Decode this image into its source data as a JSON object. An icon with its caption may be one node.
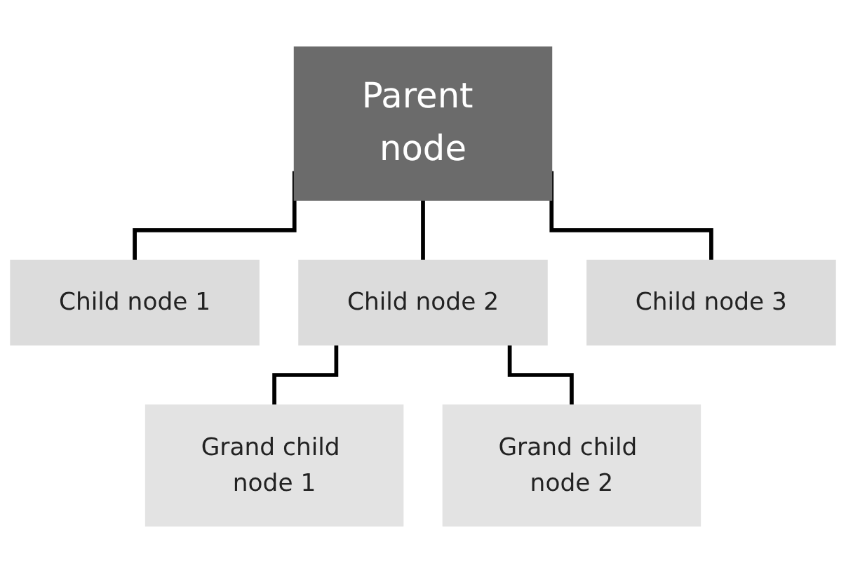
{
  "diagram": {
    "nodes": [
      {
        "text": [
          "Parent node"
        ]
      },
      {
        "text": [
          "Child node 1"
        ]
      },
      {
        "text": [
          "Child node 2"
        ]
      },
      {
        "text": [
          "Child node 3"
        ]
      },
      {
        "text": [
          "Grand child node 1"
        ]
      },
      {
        "text": [
          "Grand child node 2"
        ]
      }
    ],
    "edges": [
      {
        "from": 0,
        "to": 1,
        "arrow": "none"
      },
      {
        "from": 0,
        "to": 2,
        "arrow": "none"
      },
      {
        "from": 0,
        "to": 3,
        "arrow": "none"
      },
      {
        "from": 2,
        "to": 4,
        "arrow": "none"
      },
      {
        "from": 2,
        "to": 5,
        "arrow": "none"
      }
    ]
  }
}
